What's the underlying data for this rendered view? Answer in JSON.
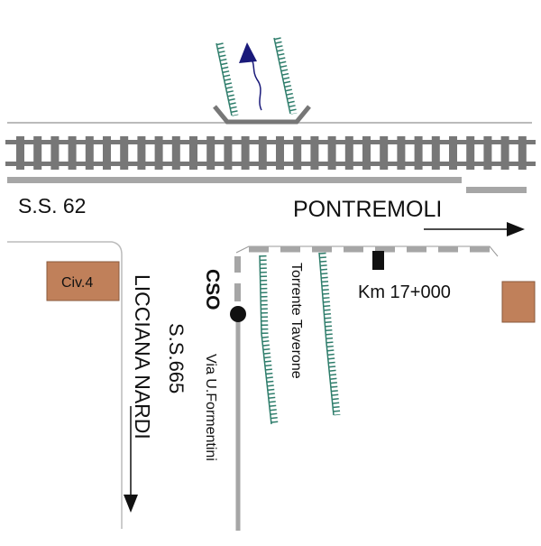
{
  "labels": {
    "ss62": "S.S. 62",
    "pontremoli": "PONTREMOLI",
    "civ4": "Civ.4",
    "km": "Km 17+000",
    "cso": "CSO",
    "torrente": "Torrente Taverone",
    "via": "Via U.Formentini",
    "ss665": "S.S.665",
    "licciana": "LICCIANA NARDI"
  },
  "colors": {
    "rail": "#6e6e6e",
    "road": "#a6a6a6",
    "river": "#2e7d6b",
    "building": "#c0805a",
    "arrow": "#1a1a7a"
  }
}
